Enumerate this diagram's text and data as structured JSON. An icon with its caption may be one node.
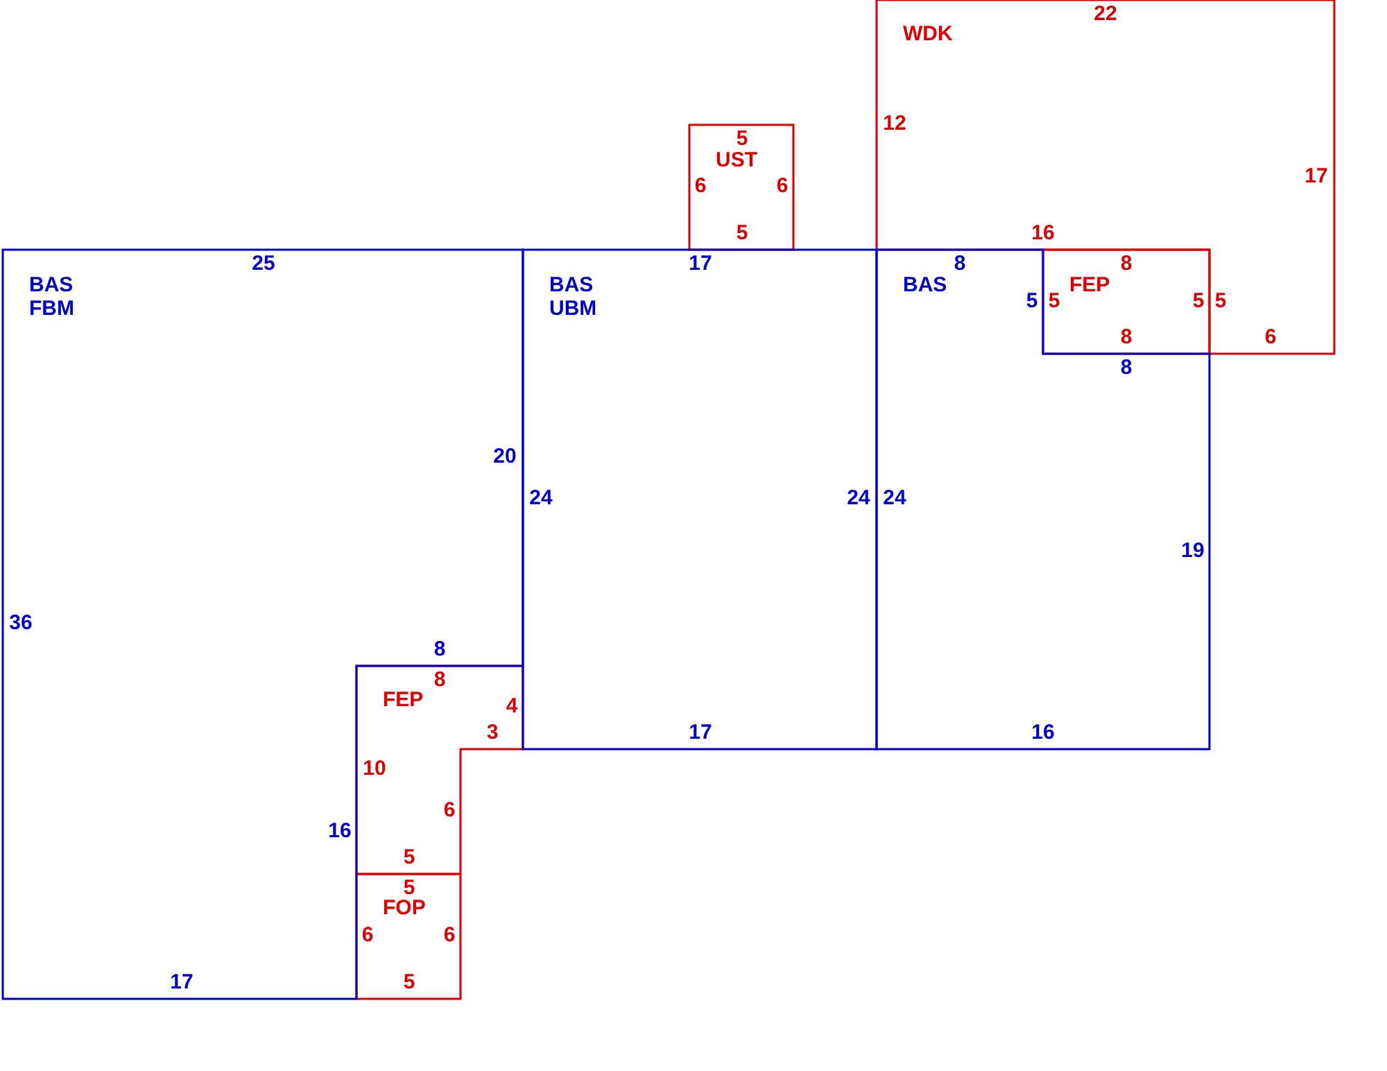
{
  "diagram": {
    "nodes": [
      {
        "text": [
          "BAS FBM"
        ]
      },
      {
        "text": [
          "BAS UBM"
        ]
      },
      {
        "text": [
          "BAS"
        ]
      },
      {
        "text": [
          "WDK"
        ]
      },
      {
        "text": [
          "UST"
        ]
      },
      {
        "text": [
          "FEP"
        ]
      },
      {
        "text": [
          "FEP"
        ]
      },
      {
        "text": [
          "FOP"
        ]
      }
    ],
    "labels": [
      "22",
      "12",
      "5",
      "6",
      "6",
      "17",
      "5",
      "16",
      "25",
      "17",
      "8",
      "8",
      "5",
      "5",
      "5",
      "5",
      "8",
      "6",
      "8",
      "20",
      "24",
      "24",
      "24",
      "19",
      "36",
      "8",
      "8",
      "4",
      "3",
      "17",
      "16",
      "10",
      "6",
      "16",
      "5",
      "5",
      "6",
      "6",
      "17",
      "5"
    ]
  }
}
